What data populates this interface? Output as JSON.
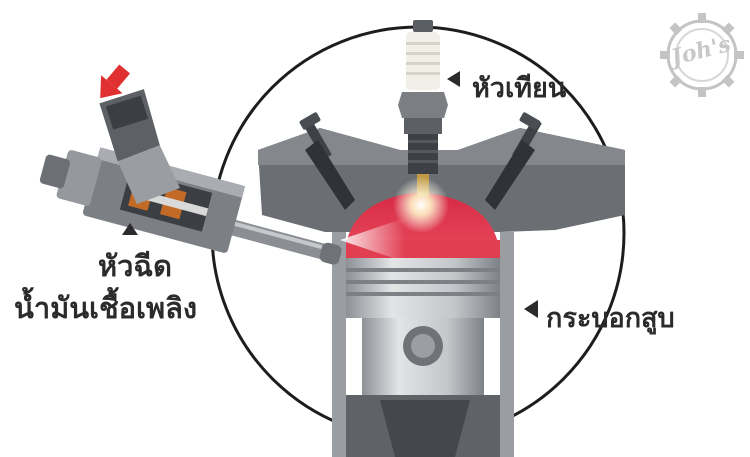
{
  "labels": {
    "spark_plug": "หัวเทียน",
    "cylinder": "กระบอกสูบ",
    "injector_line1": "หัวฉีด",
    "injector_line2": "น้ำมันเชื้อเพลิง"
  },
  "logo": {
    "text": "Joh's"
  },
  "colors": {
    "combustion": "#e0324a",
    "metal_dark": "#5c5f63",
    "metal_light": "#c9cccf",
    "arrow_red": "#e03030",
    "text": "#2b2b2b"
  },
  "icons": [
    "triangle-pointer-icon",
    "red-arrow-icon",
    "gear-logo-icon",
    "spark-glow-icon"
  ]
}
